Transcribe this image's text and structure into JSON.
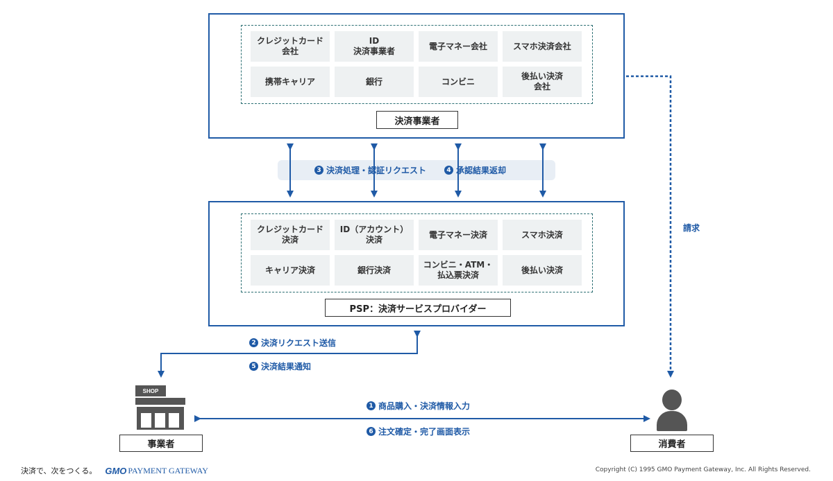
{
  "provider_panel": {
    "title": "決済事業者",
    "cells": [
      "クレジットカード\n会社",
      "ID\n決済事業者",
      "電子マネー会社",
      "スマホ決済会社",
      "携帯キャリア",
      "銀行",
      "コンビニ",
      "後払い決済\n会社"
    ]
  },
  "psp_panel": {
    "title": "PSP：決済サービスプロバイダー",
    "cells": [
      "クレジットカード\n決済",
      "ID（アカウント）\n決済",
      "電子マネー決済",
      "スマホ決済",
      "キャリア決済",
      "銀行決済",
      "コンビニ・ATM・\n払込票決済",
      "後払い決済"
    ]
  },
  "flows": {
    "step3": {
      "num": "3",
      "text": "決済処理・認証リクエスト"
    },
    "step4": {
      "num": "4",
      "text": "承認結果返却"
    },
    "step2": {
      "num": "2",
      "text": "決済リクエスト送信"
    },
    "step5": {
      "num": "5",
      "text": "決済結果通知"
    },
    "step1": {
      "num": "1",
      "text": "商品購入・決済情報入力"
    },
    "step6": {
      "num": "6",
      "text": "注文確定・完了画面表示"
    },
    "billing": "請求"
  },
  "actors": {
    "merchant": "事業者",
    "shop_sign": "SHOP",
    "consumer": "消費者"
  },
  "footer": {
    "tagline": "決済で、次をつくる。",
    "brand_gmo": "GMO",
    "brand_rest": "PAYMENT GATEWAY",
    "copyright": "Copyright (C) 1995 GMO Payment Gateway, Inc. All Rights Reserved."
  },
  "colors": {
    "accent": "#1f5aa6",
    "dashed_inner": "#2a6e72",
    "cell_bg": "#eef1f2",
    "band_bg": "#e8eef5"
  }
}
